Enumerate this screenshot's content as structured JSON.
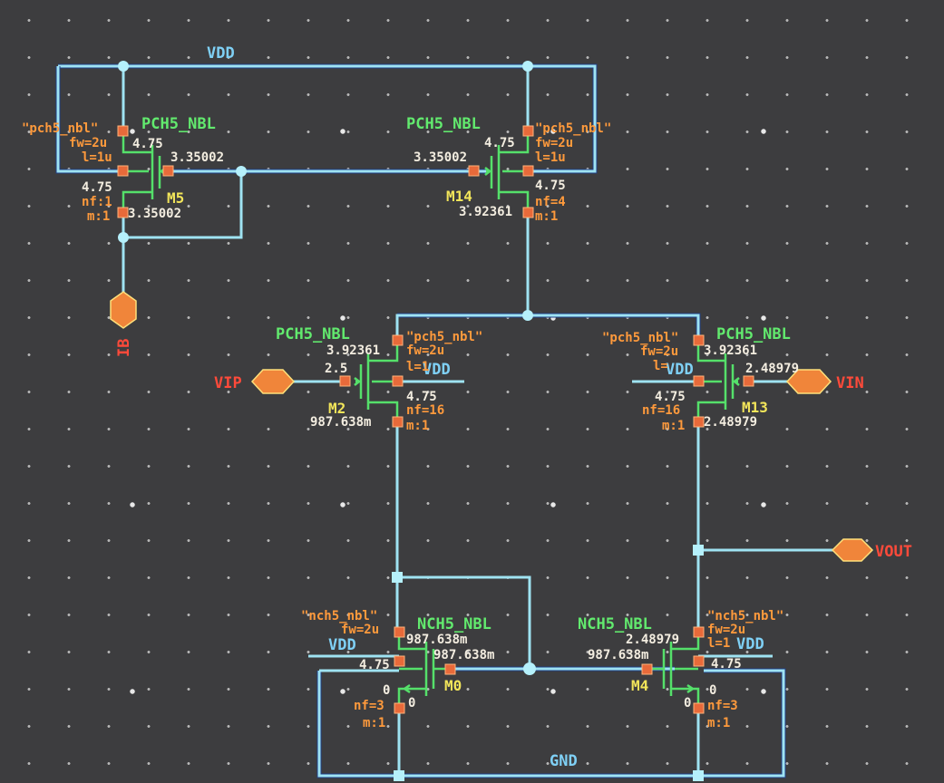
{
  "app": {
    "type": "schematic-editor"
  },
  "colors": {
    "background": "#3d3d3f",
    "wire": "#9fe3f2",
    "device": "#55e06a",
    "device_type_label": "#62ea6e",
    "parameter_label": "#ff9a3c",
    "operating_value": "#f3ede0",
    "instance_label": "#f2e55a",
    "net_label": "#7fd0f5",
    "pin_label": "#ff4a3a"
  },
  "nets": {
    "vdd": "VDD",
    "gnd": "GND",
    "vdd_m2": "VDD",
    "vdd_m13": "VDD",
    "vdd_m0": "VDD",
    "vdd_m4": "VDD"
  },
  "pins": {
    "ib": {
      "name": "IB",
      "direction": "input"
    },
    "vip": {
      "name": "VIP",
      "direction": "input"
    },
    "vin": {
      "name": "VIN",
      "direction": "input"
    },
    "vout": {
      "name": "VOUT",
      "direction": "output"
    }
  },
  "devices": {
    "m5": {
      "type": "PCH5_NBL",
      "instance": "M5",
      "model": "\"pch5_nbl\"",
      "fw": "fw=2u",
      "l": "l=1u",
      "nf": "nf:1",
      "m": "m:1",
      "v_top": "4.75",
      "v_gate": "3.35002",
      "v_body": "4.75",
      "v_bottom": "3.35002"
    },
    "m14": {
      "type": "PCH5_NBL",
      "instance": "M14",
      "model": "\"pch5_nbl\"",
      "fw": "fw=2u",
      "l": "l=1u",
      "nf": "nf=4",
      "m": "m:1",
      "v_top": "4.75",
      "v_gate": "3.35002",
      "v_body": "4.75",
      "v_bottom": "3.92361"
    },
    "m2": {
      "type": "PCH5_NBL",
      "instance": "M2",
      "model": "\"pch5_nbl\"",
      "fw": "fw=2u",
      "l": "l=1",
      "nf": "nf=16",
      "m": "m:1",
      "v_top": "3.92361",
      "v_gate": "2.5",
      "v_body": "4.75",
      "v_bottom": "987.638m"
    },
    "m13": {
      "type": "PCH5_NBL",
      "instance": "M13",
      "model": "\"pch5_nbl\"",
      "fw": "fw=2u",
      "l": "l=",
      "nf": "nf=16",
      "m": "m:1",
      "v_top": "3.92361",
      "v_gate": "2.48979",
      "v_body": "4.75",
      "v_bottom": "2.48979"
    },
    "m0": {
      "type": "NCH5_NBL",
      "instance": "M0",
      "model": "\"nch5_nbl\"",
      "fw": "fw=2u",
      "nf": "nf=3",
      "m": "m:1",
      "v_top": "987.638m",
      "v_gate": "987.638m",
      "v_body": "4.75",
      "v_src": "0",
      "v_bottom": "0"
    },
    "m4": {
      "type": "NCH5_NBL",
      "instance": "M4",
      "model": "\"nch5_nbl\"",
      "fw": "fw=2u",
      "l": "l=1",
      "nf": "nf=3",
      "m": "m:1",
      "v_top": "2.48979",
      "v_gate": "987.638m",
      "v_body": "4.75",
      "v_src": "0",
      "v_bottom": "0"
    }
  }
}
